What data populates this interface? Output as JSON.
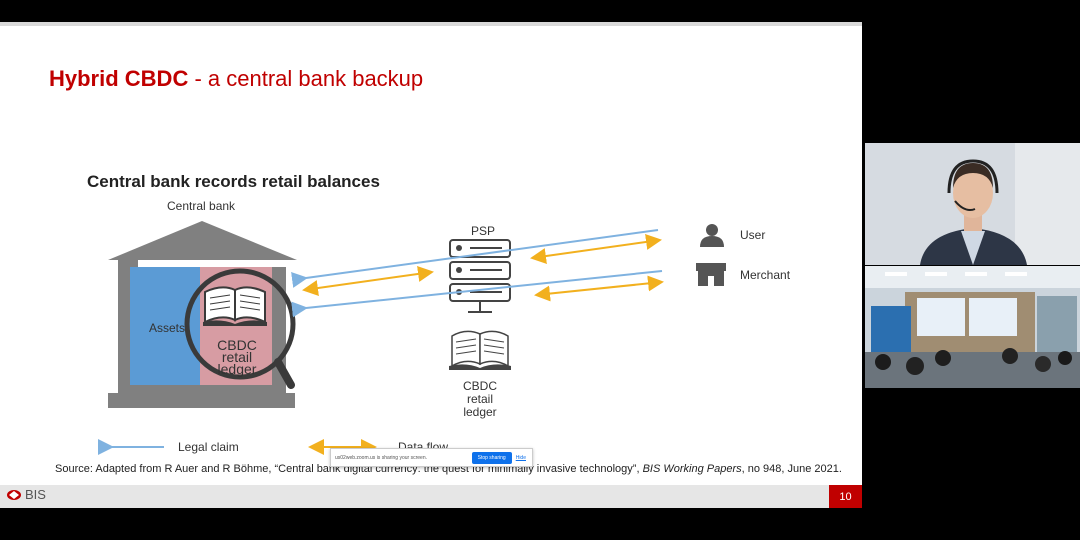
{
  "slide": {
    "title_bold": "Hybrid CBDC",
    "title_rest": " - a central bank backup",
    "subtitle": "Central bank records retail balances",
    "central_bank_label": "Central bank",
    "assets_label": "Assets",
    "cbdc_ledger_lines": [
      "CBDC",
      "retail",
      "ledger"
    ],
    "psp_label": "PSP",
    "psp_ledger_lines": [
      "CBDC",
      "retail",
      "ledger"
    ],
    "user_label": "User",
    "merchant_label": "Merchant",
    "legend_legal_claim": "Legal claim",
    "legend_data_flow": "Data flow",
    "source_prefix": "Source: Adapted from R Auer and R Böhme, “Central bank digital currency: the quest for minimally invasive technology”, ",
    "source_italic": "BIS Working Papers",
    "source_suffix": ", no 948, June 2021.",
    "logo_text": "BIS",
    "page_number": "10"
  },
  "share_bar": {
    "message": "us02web.zoom.us is sharing your screen.",
    "stop_label": "Stop sharing",
    "hide_label": "Hide"
  },
  "colors": {
    "title_red": "#c00000",
    "legal_claim_blue": "#7fb2e0",
    "data_flow_orange": "#f2b01e",
    "assets_blue": "#5b9bd5",
    "ledger_pink": "#d79ca3",
    "building_gray": "#808080"
  }
}
